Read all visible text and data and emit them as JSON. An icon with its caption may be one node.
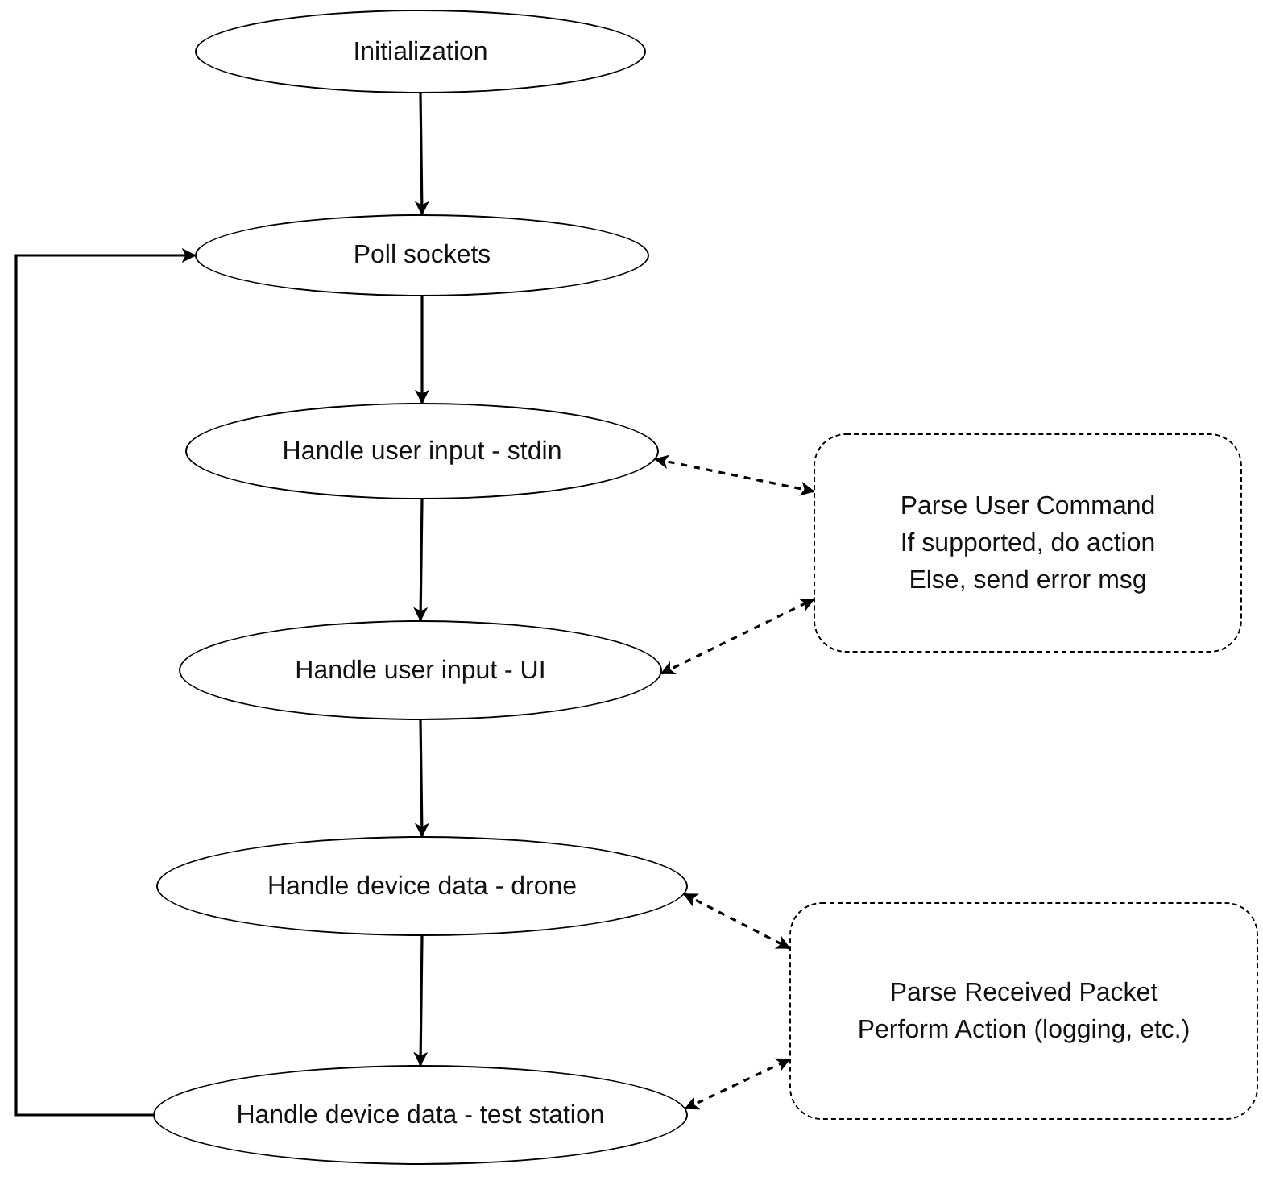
{
  "diagram": {
    "nodes": [
      {
        "text": [
          "Initialization"
        ]
      },
      {
        "text": [
          "Poll sockets"
        ]
      },
      {
        "text": [
          "Handle user input - stdin"
        ]
      },
      {
        "text": [
          "Handle user input - UI"
        ]
      },
      {
        "text": [
          "Handle device data - drone"
        ]
      },
      {
        "text": [
          "Handle device data - test station"
        ]
      },
      {
        "text": [
          "Parse User Command",
          "If supported, do action",
          "Else, send error msg"
        ]
      },
      {
        "text": [
          "Parse Received Packet",
          "Perform Action (logging, etc.)"
        ]
      }
    ],
    "edges": [
      {
        "from": 0,
        "to": 1,
        "arrow": "to"
      },
      {
        "from": 1,
        "to": 2,
        "arrow": "to"
      },
      {
        "from": 2,
        "to": 3,
        "arrow": "to"
      },
      {
        "from": 3,
        "to": 4,
        "arrow": "to"
      },
      {
        "from": 4,
        "to": 5,
        "arrow": "to"
      },
      {
        "from": 5,
        "to": 1,
        "arrow": "to"
      },
      {
        "from": 2,
        "to": 6,
        "arrow": "both",
        "style": "dashed"
      },
      {
        "from": 3,
        "to": 6,
        "arrow": "both",
        "style": "dashed"
      },
      {
        "from": 4,
        "to": 7,
        "arrow": "both",
        "style": "dashed"
      },
      {
        "from": 5,
        "to": 7,
        "arrow": "both",
        "style": "dashed"
      }
    ]
  }
}
